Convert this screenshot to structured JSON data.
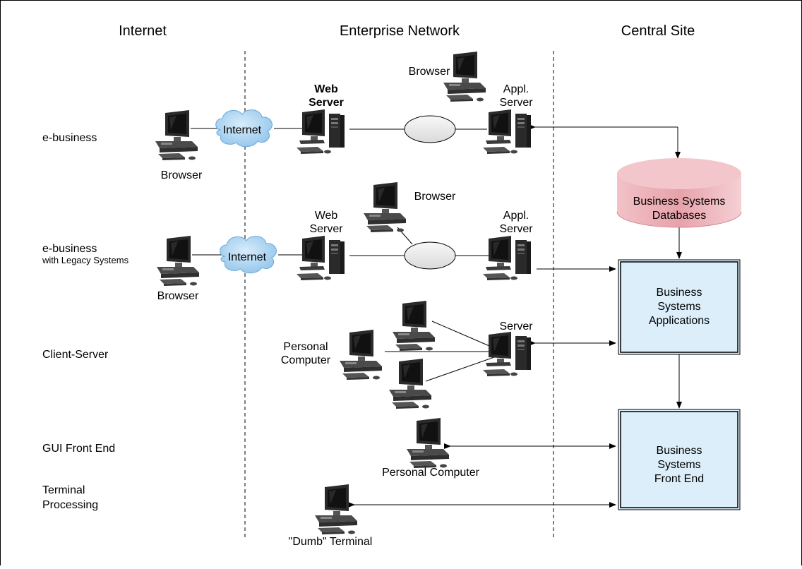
{
  "headers": {
    "internet": "Internet",
    "enterprise": "Enterprise Network",
    "central": "Central Site"
  },
  "rows": {
    "ebusiness": "e-business",
    "ebusiness_legacy": "e-business",
    "ebusiness_legacy_sub": "with Legacy Systems",
    "client_server": "Client-Server",
    "gui_front_end": "GUI Front End",
    "terminal_line1": "Terminal",
    "terminal_line2": "Processing"
  },
  "nodes": {
    "browser_label": "Browser",
    "internet_cloud": "Internet",
    "web_line1": "Web",
    "server_word": "Server",
    "appl_line1": "Appl.",
    "personal_line1": "Personal",
    "computer_word": "Computer",
    "personal_computer": "Personal Computer",
    "dumb_terminal": "\"Dumb\" Terminal"
  },
  "boxes": {
    "db_line1": "Business Systems",
    "db_line2": "Databases",
    "apps_line1": "Business",
    "apps_line2": "Systems",
    "apps_line3": "Applications",
    "fe_line1": "Business",
    "fe_line2": "Systems",
    "fe_line3": "Front End"
  },
  "colors": {
    "cloud": "#9cc9ec",
    "box_fill": "#dbeef9",
    "db_fill": "#e8a4ac",
    "ellipse_fill": "#ececec",
    "computer_dark": "#222222"
  }
}
